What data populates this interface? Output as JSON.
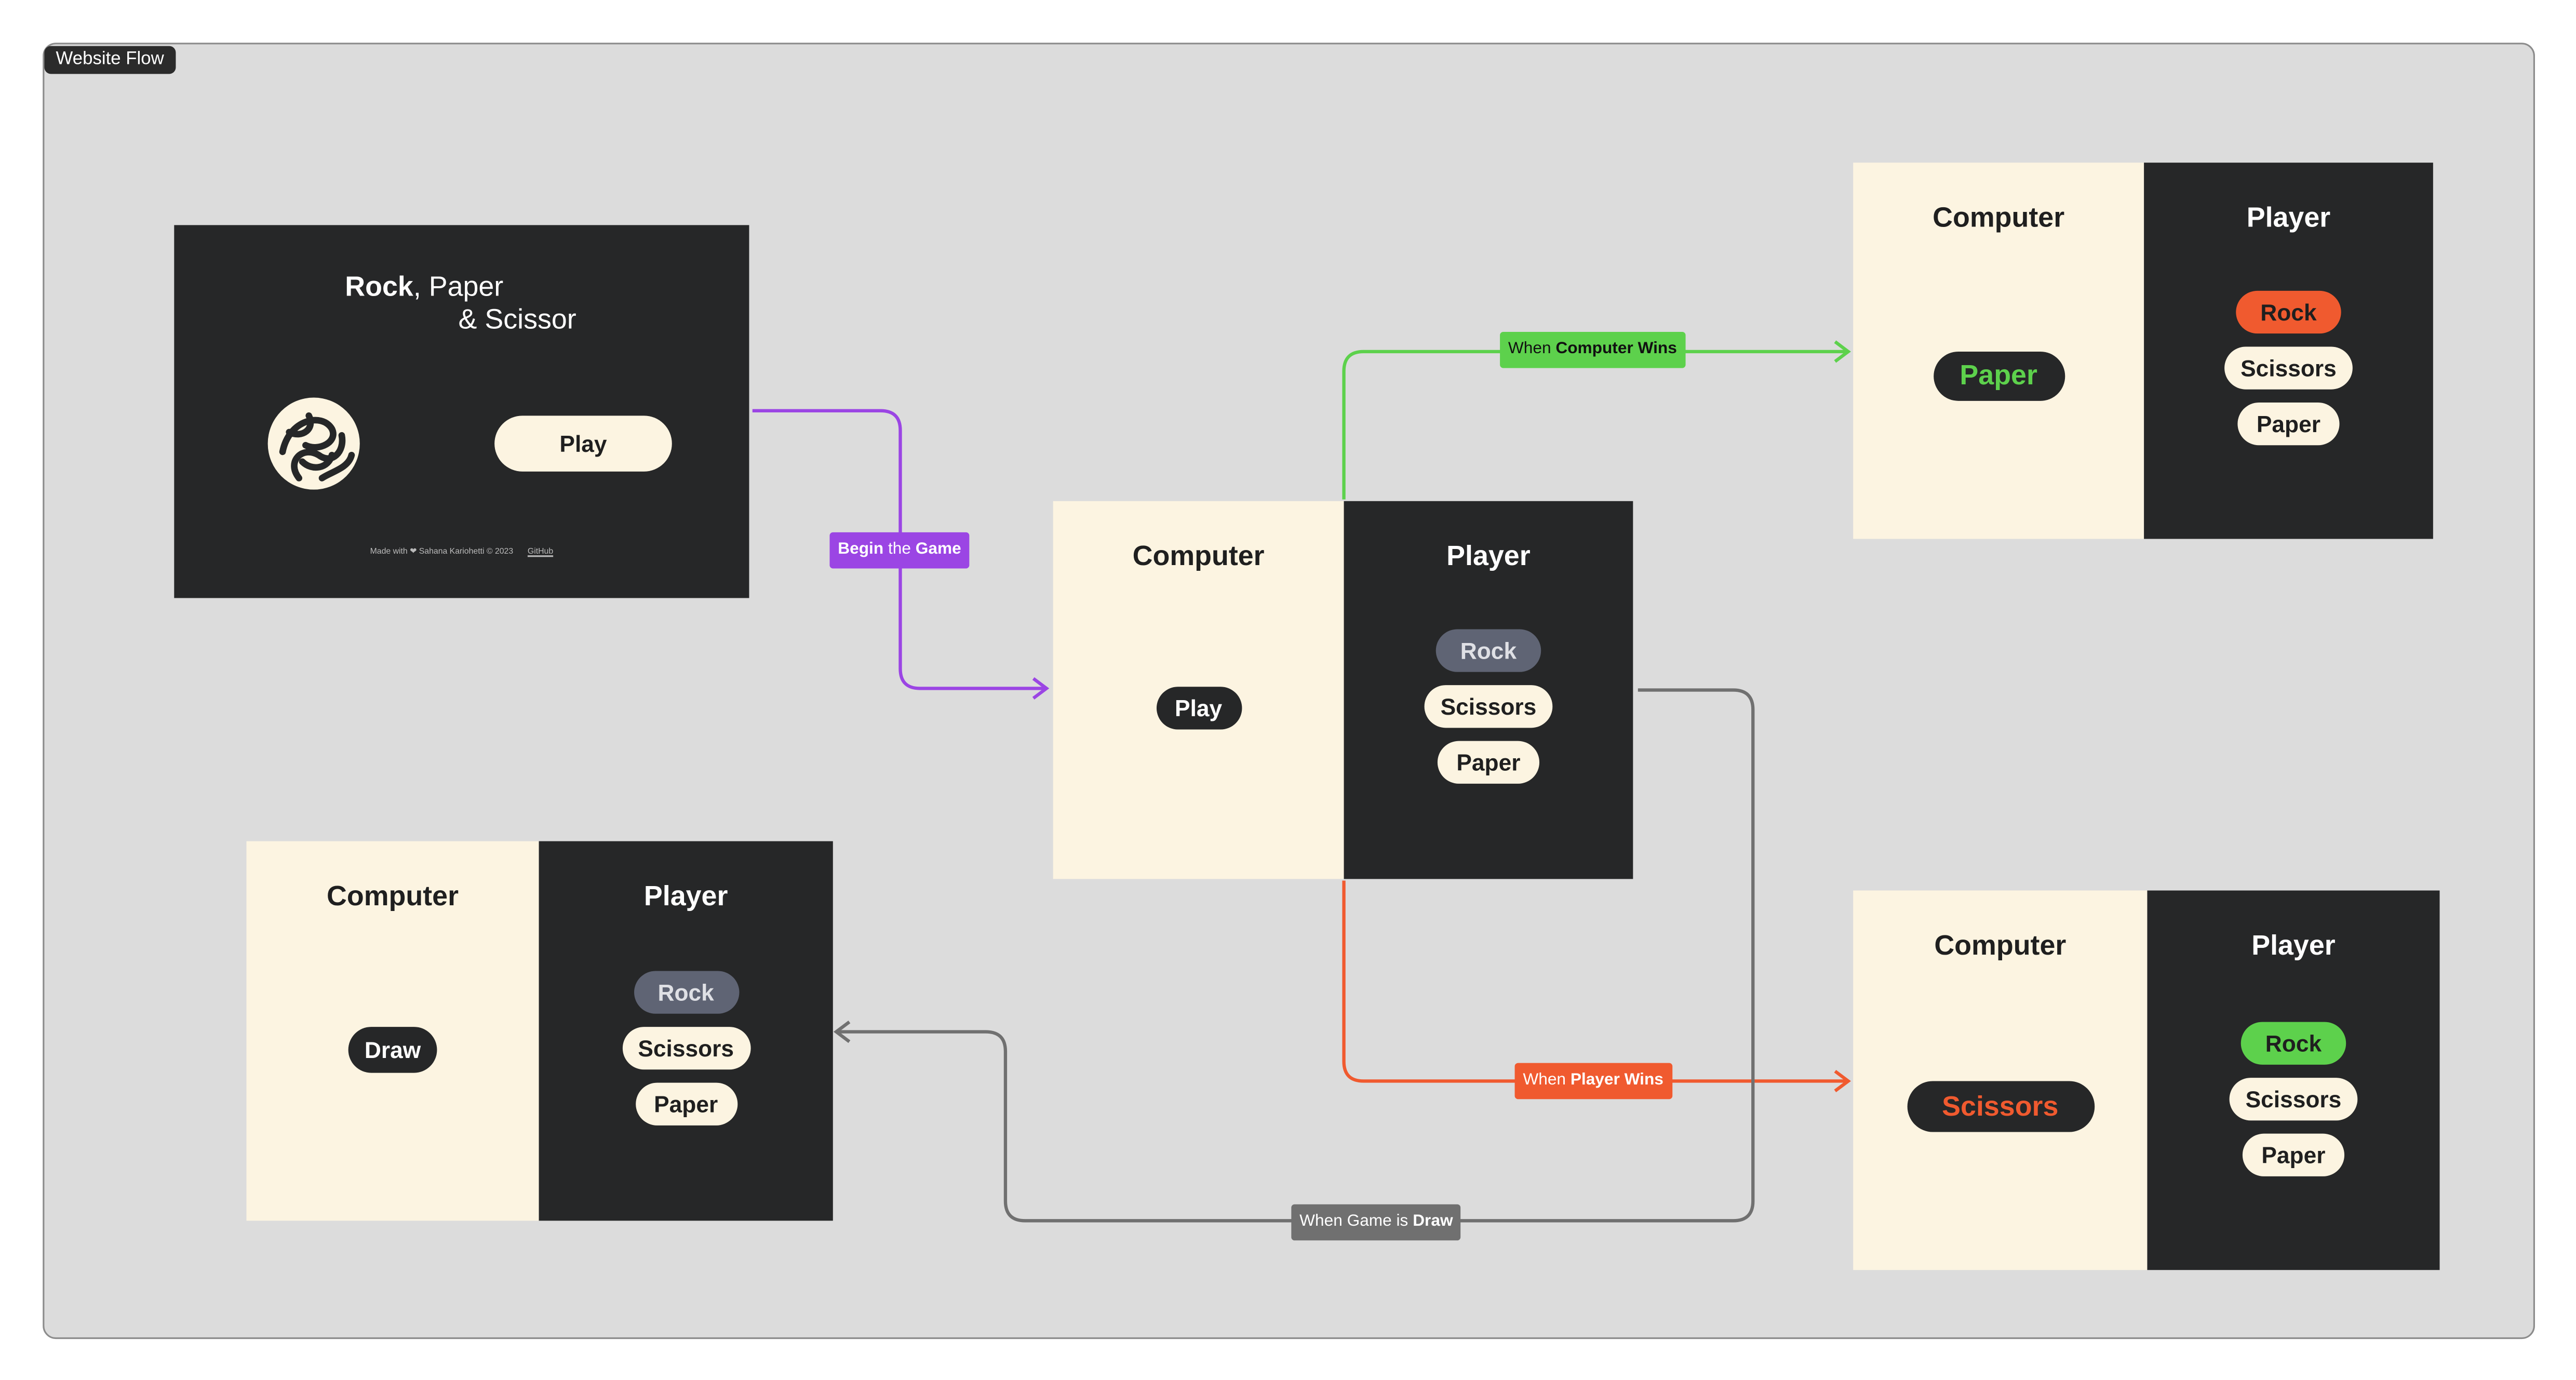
{
  "frame": {
    "label": "Website Flow"
  },
  "colors": {
    "canvas": "#dcdcdc",
    "cream": "#fcf4e1",
    "dark": "#262728",
    "purple": "#9b45e4",
    "green": "#5dd14c",
    "orange": "#f05a2f",
    "gray": "#707070",
    "muted_pill": "#5f6474"
  },
  "landing": {
    "title_bold": "Rock",
    "title_rest": ", Paper",
    "title_line2": "& Scissor",
    "play_label": "Play",
    "logo_icon": "rock-paper-scissors-logo",
    "footer_text": "Made with ❤ Sahana Kariohetti © 2023",
    "footer_link": "GitHub"
  },
  "cards": {
    "main": {
      "computer": "Computer",
      "player": "Player",
      "computer_choice": "Play",
      "options": [
        {
          "label": "Rock",
          "style": "gray"
        },
        {
          "label": "Scissors",
          "style": "light"
        },
        {
          "label": "Paper",
          "style": "light"
        }
      ]
    },
    "computer_wins": {
      "computer": "Computer",
      "player": "Player",
      "computer_choice": "Paper",
      "options": [
        {
          "label": "Rock",
          "style": "orange"
        },
        {
          "label": "Scissors",
          "style": "light"
        },
        {
          "label": "Paper",
          "style": "light"
        }
      ]
    },
    "player_wins": {
      "computer": "Computer",
      "player": "Player",
      "computer_choice": "Scissors",
      "options": [
        {
          "label": "Rock",
          "style": "green"
        },
        {
          "label": "Scissors",
          "style": "light"
        },
        {
          "label": "Paper",
          "style": "light"
        }
      ]
    },
    "draw": {
      "computer": "Computer",
      "player": "Player",
      "computer_choice": "Draw",
      "options": [
        {
          "label": "Rock",
          "style": "gray"
        },
        {
          "label": "Scissors",
          "style": "light"
        },
        {
          "label": "Paper",
          "style": "light"
        }
      ]
    }
  },
  "connectors": {
    "begin": {
      "pre": "Begin",
      "mid": " the ",
      "post": "Game"
    },
    "computer_wins": {
      "pre": "When ",
      "bold": "Computer Wins"
    },
    "player_wins": {
      "pre": "When ",
      "bold": "Player Wins"
    },
    "draw": {
      "pre": "When Game is ",
      "bold": "Draw"
    }
  }
}
